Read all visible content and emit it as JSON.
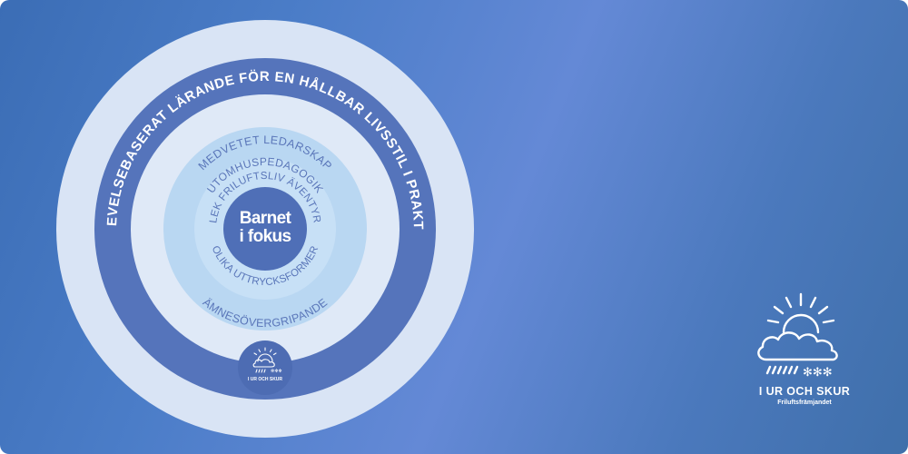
{
  "diagram": {
    "outer_ring_text": "UPPLEVELSEBASERAT LÄRANDE FÖR EN HÅLLBAR LIVSSTIL I PRAKTIKEN",
    "ring2_top": "MEDVETET LEDARSKAP",
    "ring2_bottom": "ÄMNESÖVERGRIPANDE",
    "ring3_top": "UTOMHUSPEDAGOGIK",
    "ring4_top": "LEK  FRILUFTSLIV  ÄVENTYR",
    "ring4_bottom": "OLIKA UTTRYCKSFORMER",
    "center_line1": "Barnet",
    "center_line2": "i fokus",
    "badge_name": "I UR OCH SKUR"
  },
  "brand": {
    "name": "I UR OCH SKUR",
    "org": "Friluftsfrämjandet",
    "icon": "sun-cloud-rain-snow-icon"
  },
  "colors": {
    "outer_pale": "#d9e4f5",
    "band_dark": "#5574bb",
    "inner_white": "#dfe9f7",
    "ring_light": "#b9d7f2",
    "ring_lighter": "#c7e0f6",
    "center": "#4f6fb7"
  }
}
